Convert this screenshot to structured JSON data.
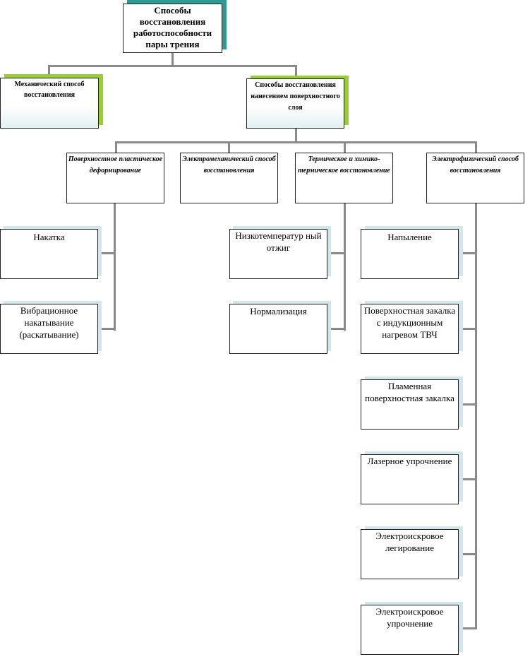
{
  "root": {
    "label": "Способы восстановления работоспособности пары трения"
  },
  "level1": {
    "mechanical": "Механический способ восстановления",
    "coating": "Способы восстановления нанесением поверхностного слоя"
  },
  "level2": {
    "plastic": "Поверхностное пластическое деформирование",
    "electromech": "Электромеханический способ восстановления",
    "thermal": "Термическое и химико-термическое восстановление",
    "electrophys": "Электрофизический способ восстановления"
  },
  "leaves": {
    "knurling": "Накатка",
    "vibro": "Вибрационное накатывание (раскатывание)",
    "lowtemp": "Низкотемператур ный отжиг",
    "normalization": "Нормализация",
    "spraying": "Напыление",
    "hfq": "Поверхностная закалка с индукционным нагревом ТВЧ",
    "flame": "Пламенная поверхностная закалка",
    "laser": "Лазерное упрочнение",
    "spark_alloy": "Электроискровое легирование",
    "spark_harden": "Электроискровое упрочнение"
  },
  "colors": {
    "root_shadow": "#2f9a92",
    "level1_shadow": "#9acd32",
    "leaf_shadow": "#d3e7ea",
    "connector": "#8a8a8a"
  }
}
